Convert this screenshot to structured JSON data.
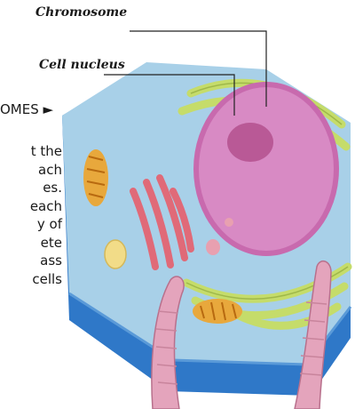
{
  "labels": {
    "chromosome": "Chromosome",
    "cell_nucleus": "Cell nucleus"
  },
  "side_panel": {
    "heading": "OMES ►",
    "lines": [
      "t the",
      "ach",
      "es.",
      "each",
      "y of",
      "ete",
      "ass",
      "cells"
    ]
  },
  "colors": {
    "cytoplasm": "#a8d0e8",
    "membrane_dark": "#4a8fd0",
    "nucleus": "#d88ac4",
    "nucleolus": "#b4508e",
    "er": "#c5dc6a",
    "golgi": "#e06a78",
    "mitochondria": "#e8a83c",
    "chromosome": "#e4a4bc",
    "vesicle": "#f2dc88"
  }
}
